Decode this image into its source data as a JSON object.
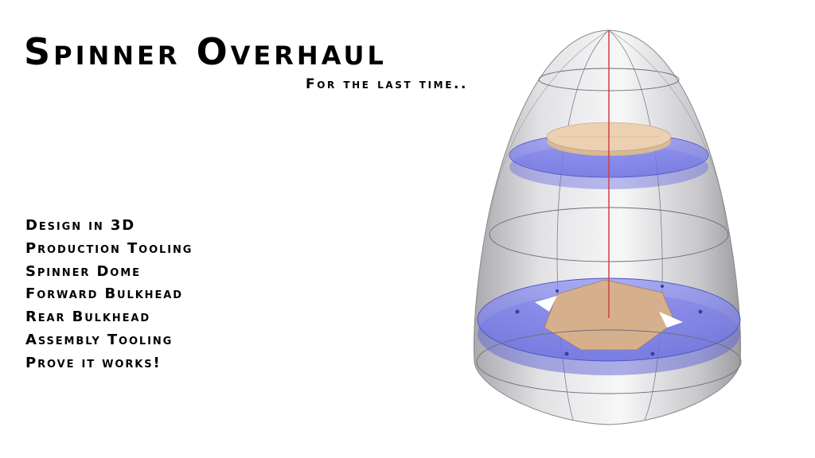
{
  "slide": {
    "title": "Spinner Overhaul",
    "subtitle": "For the last time..",
    "agenda": [
      "Design in 3D",
      "Production Tooling",
      "Spinner Dome",
      "Forward Bulkhead",
      "Rear Bulkhead",
      "Assembly Tooling",
      "Prove it works!"
    ]
  },
  "colors": {
    "dome": "#c9c9cc",
    "bulkhead": "#7b7ff0",
    "wood": "#e8c9a8",
    "axis": "#d04040"
  }
}
